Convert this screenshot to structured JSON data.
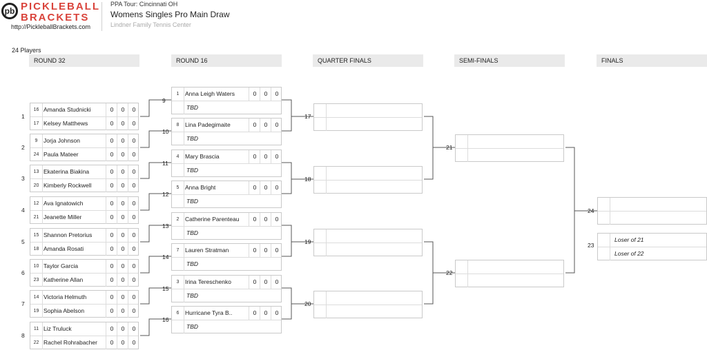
{
  "header": {
    "logo_letters": "pb",
    "logo_line1": "PICKLEBALL",
    "logo_line2": "BRACKETS",
    "site_url": "http://PickleballBrackets.com",
    "tour": "PPA Tour: Cincinnati OH",
    "title": "Womens Singles Pro Main Draw",
    "venue": "Lindner Family Tennis Center",
    "players": "24 Players"
  },
  "rounds": [
    "ROUND 32",
    "ROUND 16",
    "QUARTER FINALS",
    "SEMI-FINALS",
    "FINALS"
  ],
  "round32": [
    {
      "num": "1",
      "p1": {
        "seed": "16",
        "name": "Amanda Studnicki",
        "scores": [
          "0",
          "0",
          "0"
        ]
      },
      "p2": {
        "seed": "17",
        "name": "Kelsey Matthews",
        "scores": [
          "0",
          "0",
          "0"
        ]
      }
    },
    {
      "num": "2",
      "p1": {
        "seed": "9",
        "name": "Jorja Johnson",
        "scores": [
          "0",
          "0",
          "0"
        ]
      },
      "p2": {
        "seed": "24",
        "name": "Paula Mateer",
        "scores": [
          "0",
          "0",
          "0"
        ]
      }
    },
    {
      "num": "3",
      "p1": {
        "seed": "13",
        "name": "Ekaterina Biakina",
        "scores": [
          "0",
          "0",
          "0"
        ]
      },
      "p2": {
        "seed": "20",
        "name": "Kimberly Rockwell",
        "scores": [
          "0",
          "0",
          "0"
        ]
      }
    },
    {
      "num": "4",
      "p1": {
        "seed": "12",
        "name": "Ava Ignatowich",
        "scores": [
          "0",
          "0",
          "0"
        ]
      },
      "p2": {
        "seed": "21",
        "name": "Jeanette Miller",
        "scores": [
          "0",
          "0",
          "0"
        ]
      }
    },
    {
      "num": "5",
      "p1": {
        "seed": "15",
        "name": "Shannon Pretorius",
        "scores": [
          "0",
          "0",
          "0"
        ]
      },
      "p2": {
        "seed": "18",
        "name": "Amanda Rosati",
        "scores": [
          "0",
          "0",
          "0"
        ]
      }
    },
    {
      "num": "6",
      "p1": {
        "seed": "10",
        "name": "Taylor Garcia",
        "scores": [
          "0",
          "0",
          "0"
        ]
      },
      "p2": {
        "seed": "23",
        "name": "Katherine Allan",
        "scores": [
          "0",
          "0",
          "0"
        ]
      }
    },
    {
      "num": "7",
      "p1": {
        "seed": "14",
        "name": "Victoria Helmuth",
        "scores": [
          "0",
          "0",
          "0"
        ]
      },
      "p2": {
        "seed": "19",
        "name": "Sophia Abelson",
        "scores": [
          "0",
          "0",
          "0"
        ]
      }
    },
    {
      "num": "8",
      "p1": {
        "seed": "11",
        "name": "Liz Truluck",
        "scores": [
          "0",
          "0",
          "0"
        ]
      },
      "p2": {
        "seed": "22",
        "name": "Rachel Rohrabacher",
        "scores": [
          "0",
          "0",
          "0"
        ]
      }
    }
  ],
  "round16": [
    {
      "num": "9",
      "seed": "1",
      "name": "Anna Leigh Waters",
      "scores": [
        "0",
        "0",
        "0"
      ],
      "other": "TBD"
    },
    {
      "num": "10",
      "seed": "8",
      "name": "Lina Padegimaite",
      "scores": [
        "0",
        "0",
        "0"
      ],
      "other": "TBD"
    },
    {
      "num": "11",
      "seed": "4",
      "name": "Mary Brascia",
      "scores": [
        "0",
        "0",
        "0"
      ],
      "other": "TBD"
    },
    {
      "num": "12",
      "seed": "5",
      "name": "Anna Bright",
      "scores": [
        "0",
        "0",
        "0"
      ],
      "other": "TBD"
    },
    {
      "num": "13",
      "seed": "2",
      "name": "Catherine Parenteau",
      "scores": [
        "0",
        "0",
        "0"
      ],
      "other": "TBD"
    },
    {
      "num": "14",
      "seed": "7",
      "name": "Lauren Stratman",
      "scores": [
        "0",
        "0",
        "0"
      ],
      "other": "TBD"
    },
    {
      "num": "15",
      "seed": "3",
      "name": "Irina Tereschenko",
      "scores": [
        "0",
        "0",
        "0"
      ],
      "other": "TBD"
    },
    {
      "num": "16",
      "seed": "6",
      "name": "Hurricane Tyra B..",
      "scores": [
        "0",
        "0",
        "0"
      ],
      "other": "TBD"
    }
  ],
  "quarterfinals": [
    {
      "num": "17"
    },
    {
      "num": "18"
    },
    {
      "num": "19"
    },
    {
      "num": "20"
    }
  ],
  "semifinals": [
    {
      "num": "21"
    },
    {
      "num": "22"
    }
  ],
  "finals": [
    {
      "num": "24"
    },
    {
      "num": "23",
      "p1": "Loser of 21",
      "p2": "Loser of 22"
    }
  ]
}
